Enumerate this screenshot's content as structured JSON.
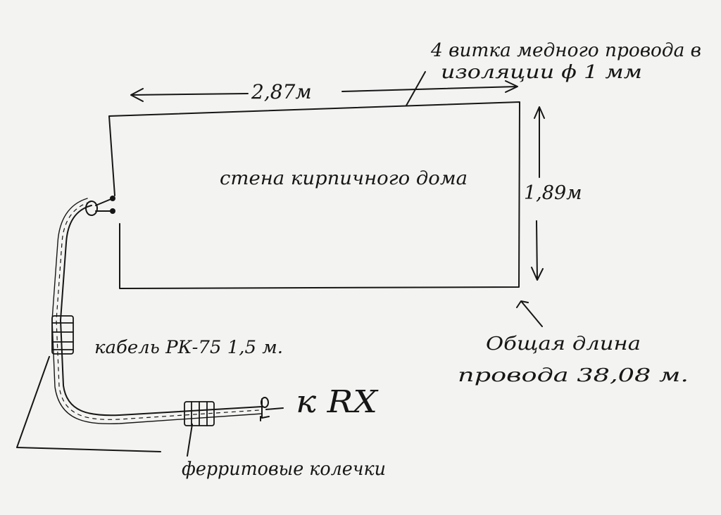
{
  "labels": {
    "width": "2,87м",
    "height": "1,89м",
    "wall": "стена кирпичного дома",
    "wire_line1": "4 витка медного провода в",
    "wire_line2": "изоляции ϕ 1 мм",
    "total_line1": "Общая длина",
    "total_line2": "провода 38,08 м.",
    "cable": "кабель РК-75 1,5 м.",
    "rx": "к RX",
    "ferrite": "ферритовые колечки"
  },
  "colors": {
    "ink": "#161616",
    "paper": "#f3f3f1"
  }
}
